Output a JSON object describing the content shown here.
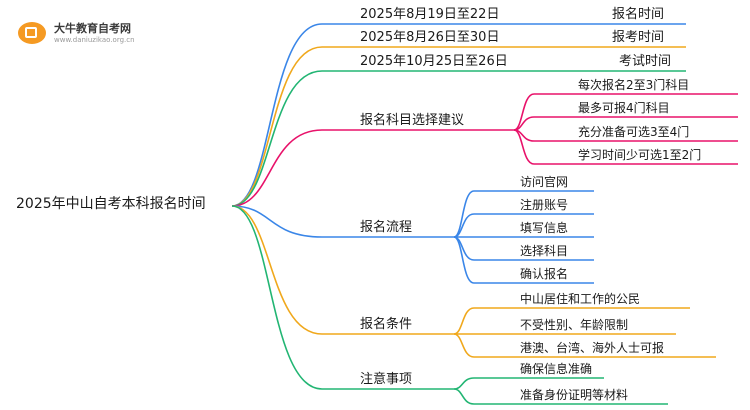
{
  "logo": {
    "name": "大牛教育自考网",
    "url": "www.daniuzikao.org.cn"
  },
  "root": {
    "label": "2025年中山自考本科报名时间"
  },
  "branches": [
    {
      "label": "2025年8月19日至22日",
      "note": "报名时间",
      "color": "#3a86e8",
      "children": []
    },
    {
      "label": "2025年8月26日至30日",
      "note": "报考时间",
      "color": "#f0a81c",
      "children": []
    },
    {
      "label": "2025年10月25日至26日",
      "note": "考试时间",
      "color": "#22b573",
      "children": []
    },
    {
      "label": "报名科目选择建议",
      "color": "#e8126a",
      "children": [
        "每次报名2至3门科目",
        "最多可报4门科目",
        "充分准备可选3至4门",
        "学习时间少可选1至2门"
      ]
    },
    {
      "label": "报名流程",
      "color": "#3a86e8",
      "children": [
        "访问官网",
        "注册账号",
        "填写信息",
        "选择科目",
        "确认报名"
      ]
    },
    {
      "label": "报名条件",
      "color": "#f0a81c",
      "children": [
        "中山居住和工作的公民",
        "不受性别、年龄限制",
        "港澳、台湾、海外人士可报"
      ]
    },
    {
      "label": "注意事项",
      "color": "#22b573",
      "children": [
        "确保信息准确",
        "准备身份证明等材料"
      ]
    }
  ]
}
